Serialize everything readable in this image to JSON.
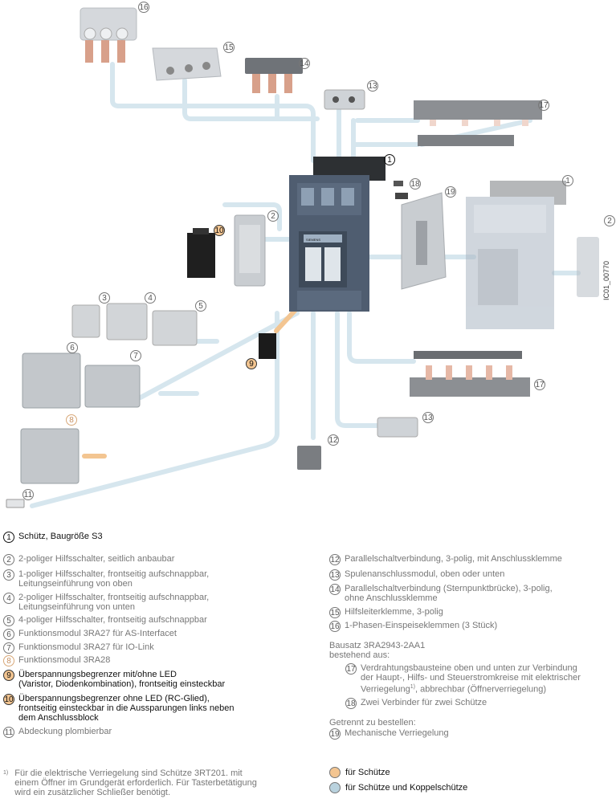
{
  "callouts": {
    "c1": "1",
    "c1b": "1",
    "c2": "2",
    "c2b": "2",
    "c3": "3",
    "c4": "4",
    "c5": "5",
    "c6": "6",
    "c7": "7",
    "c8": "8",
    "c9": "9",
    "c10": "10",
    "c11": "11",
    "c12": "12",
    "c13a": "13",
    "c13b": "13",
    "c14": "14",
    "c15": "15",
    "c16": "16",
    "c17a": "17",
    "c17b": "17",
    "c18": "18",
    "c19": "19"
  },
  "brand_label": "SIEMENS",
  "image_code": "IC01_00770",
  "legend_left": [
    {
      "num": "1",
      "text": "Schütz, Baugröße S3",
      "style": "dark"
    },
    {
      "num": "2",
      "text": "2-poliger Hilfsschalter, seitlich anbaubar",
      "style": "grey"
    },
    {
      "num": "3",
      "text": "1-poliger Hilfsschalter, frontseitig aufschnappbar,\nLeitungseinführung von oben",
      "style": "grey"
    },
    {
      "num": "4",
      "text": "2-poliger Hilfsschalter, frontseitig aufschnappbar,\nLeitungseinführung von unten",
      "style": "grey"
    },
    {
      "num": "5",
      "text": "4-poliger Hilfsschalter, frontseitig aufschnappbar",
      "style": "grey"
    },
    {
      "num": "6",
      "text": "Funktionsmodul 3RA27 für AS-Interfacet",
      "style": "grey"
    },
    {
      "num": "7",
      "text": "Funktionsmodul 3RA27 für IO-Link",
      "style": "grey"
    },
    {
      "num": "8",
      "text": "Funktionsmodul 3RA28",
      "style": "lightorange"
    },
    {
      "num": "9",
      "text": "Überspannungsbegrenzer mit/ohne LED\n(Varistor, Diodenkombination), frontseitig einsteckbar",
      "style": "orange"
    },
    {
      "num": "10",
      "text": "Überspannungsbegrenzer ohne LED (RC-Glied),\nfrontseitig einsteckbar in die Aussparungen links neben\ndem Anschlussblock",
      "style": "orange"
    },
    {
      "num": "11",
      "text": "Abdeckung plombierbar",
      "style": "grey"
    }
  ],
  "legend_right": [
    {
      "num": "12",
      "text": "Parallelschaltverbindung, 3-polig, mit Anschlussklemme"
    },
    {
      "num": "13",
      "text": "Spulenanschlussmodul, oben oder unten"
    },
    {
      "num": "14",
      "text": "Parallelschaltverbindung (Sternpunktbrücke), 3-polig,\nohne Anschlussklemme"
    },
    {
      "num": "15",
      "text": "Hilfsleiterklemme, 3-polig"
    },
    {
      "num": "16",
      "text": "1-Phasen-Einspeiseklemmen (3 Stück)"
    }
  ],
  "bausatz": {
    "title": "Bausatz 3RA2943-2AA1\nbestehend aus:",
    "item17_num": "17",
    "item17_text": "Verdrahtungsbausteine oben und unten zur Verbindung\nder Haupt-, Hilfs- und Steuerstromkreise mit elektrischer\nVerriegelung",
    "item17_sup": "1)",
    "item17_tail": ", abbrechbar (Öffnerverriegelung)",
    "item18_num": "18",
    "item18_text": "Zwei Verbinder für zwei Schütze"
  },
  "separate": {
    "title": "Getrennt zu bestellen:",
    "item19_num": "19",
    "item19_text": "Mechanische Verriegelung"
  },
  "footnote": {
    "mark": "1)",
    "text": "Für die elektrische Verriegelung sind Schütze 3RT201. mit\neinem Öffner im Grundgerät erforderlich. Für Tasterbetätigung\nwird ein zusätzlicher Schließer benötigt."
  },
  "key": {
    "orange_label": "für Schütze",
    "blue_label": "für Schütze und Koppelschütze",
    "orange_color": "#f3c591",
    "blue_color": "#b9d2de"
  }
}
